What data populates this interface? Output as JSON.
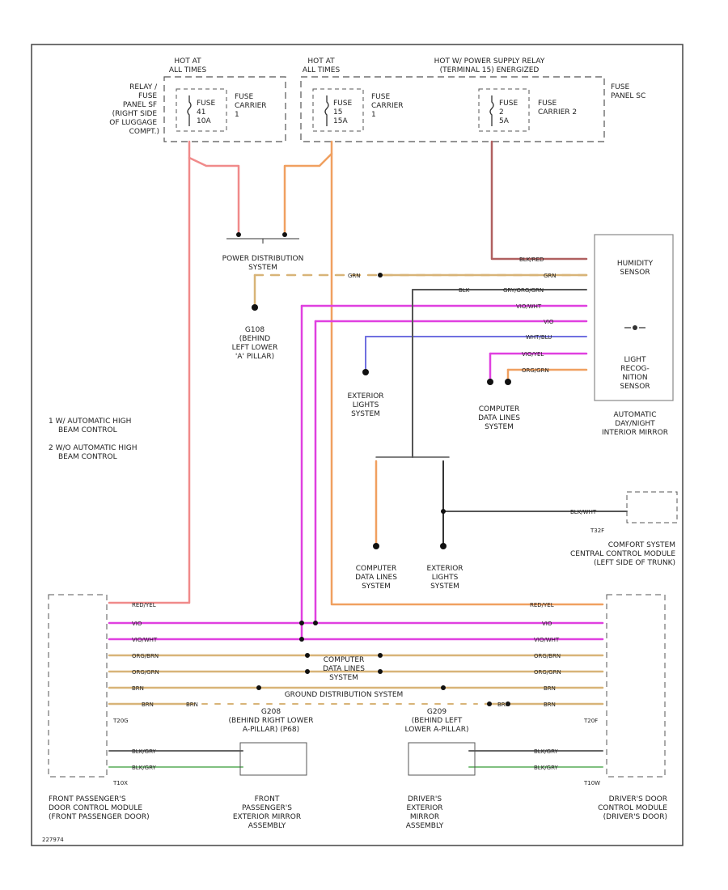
{
  "fuse_panel": {
    "hot_at_1": [
      "HOT AT",
      "ALL TIMES"
    ],
    "hot_at_2": [
      "HOT AT",
      "ALL TIMES"
    ],
    "hot_relay": [
      "HOT W/ POWER SUPPLY RELAY",
      "(TERMINAL 15) ENERGIZED"
    ],
    "relay_fuse_panel_sf": [
      "RELAY /",
      "FUSE",
      "PANEL SF",
      "(RIGHT SIDE",
      "OF LUGGAGE",
      "COMPT.)"
    ],
    "fuse_panel_sc": [
      "FUSE",
      "PANEL SC"
    ],
    "fuse1": [
      "FUSE",
      "41",
      "10A"
    ],
    "fuse2": [
      "FUSE",
      "15",
      "15A"
    ],
    "fuse3": [
      "FUSE",
      "2",
      "5A"
    ],
    "carrier1": [
      "FUSE",
      "CARRIER",
      "1"
    ],
    "carrier2": [
      "FUSE",
      "CARRIER",
      "1"
    ],
    "carrier3": [
      "FUSE",
      "CARRIER 2"
    ]
  },
  "power_distribution": [
    "POWER DISTRIBUTION",
    "SYSTEM"
  ],
  "ground_g1": [
    "G108",
    "(BEHIND",
    "LEFT LOWER",
    "'A' PILLAR)"
  ],
  "notes": [
    "1  W/ AUTOMATIC HIGH",
    "BEAM CONTROL",
    "2  W/O AUTOMATIC HIGH",
    "BEAM CONTROL"
  ],
  "humidity_sensor": [
    "HUMIDITY",
    "SENSOR"
  ],
  "light_sensor": [
    "LIGHT",
    "RECOG-",
    "NITION",
    "SENSOR"
  ],
  "mirror_label": [
    "AUTOMATIC",
    "DAY/NIGHT",
    "INTERIOR MIRROR"
  ],
  "ext_lights_1": [
    "EXTERIOR",
    "LIGHTS",
    "SYSTEM"
  ],
  "cdl_1": [
    "COMPUTER",
    "DATA LINES",
    "SYSTEM"
  ],
  "cdl_2": [
    "COMPUTER",
    "DATA LINES",
    "SYSTEM"
  ],
  "ext_lights_2": [
    "EXTERIOR",
    "LIGHTS",
    "SYSTEM"
  ],
  "comfort_module": [
    "COMFORT SYSTEM",
    "CENTRAL CONTROL MODULE",
    "(LEFT SIDE OF TRUNK)"
  ],
  "comfort_conn": "T32F",
  "center_cdl": [
    "COMPUTER",
    "DATA LINES",
    "SYSTEM"
  ],
  "ground_dist": "GROUND DISTRIBUTION SYSTEM",
  "ground_g2": [
    "G208",
    "(BEHIND RIGHT LOWER",
    "A-PILLAR) (P68)"
  ],
  "ground_g3": [
    "G209",
    "(BEHIND LEFT",
    "LOWER A-PILLAR)"
  ],
  "front_pass_module": [
    "FRONT PASSENGER'S",
    "DOOR CONTROL MODULE",
    "(FRONT PASSENGER DOOR)"
  ],
  "driver_module": [
    "DRIVER'S DOOR",
    "CONTROL MODULE",
    "(DRIVER'S DOOR)"
  ],
  "front_pass_mirror": [
    "FRONT",
    "PASSENGER'S",
    "EXTERIOR MIRROR",
    "ASSEMBLY"
  ],
  "driver_mirror": [
    "DRIVER'S",
    "EXTERIOR",
    "MIRROR",
    "ASSEMBLY"
  ],
  "conn_left_top": "T20G",
  "conn_left_bot": "T10X",
  "conn_right_top": "T20F",
  "conn_right_bot": "T10W",
  "footer_code": "227974",
  "wire_labels": {
    "mirror_pins": [
      "BLK/RED",
      "GRN",
      "BLK",
      "GRY/ORG/GRN",
      "VIO/WHT",
      "VIO",
      "WHT/BLU",
      "VIO/YEL",
      "ORG/GRN"
    ],
    "door_left": [
      "RED/YEL",
      "VIO",
      "VIO/WHT",
      "ORG/BRN",
      "ORG/GRN",
      "BRN",
      "BRN",
      "BLK/GRY",
      "BLK/GRY"
    ],
    "door_right": [
      "RED/YEL",
      "VIO",
      "VIO/WHT",
      "ORG/BRN",
      "ORG/GRN",
      "BRN",
      "BRN",
      "BLK/GRY",
      "BLK/GRY"
    ],
    "comfort_wire": "BLK/WHT",
    "ground_wire": "BRN"
  },
  "colors": {
    "red": "#f08a8a",
    "red_dark": "#c04040",
    "orange": "#f0a060",
    "magenta": "#e040e0",
    "tan": "#d8b478",
    "brown_red": "#b06060",
    "blue": "#7070e0",
    "gray": "#666666",
    "green": "#80c080"
  }
}
